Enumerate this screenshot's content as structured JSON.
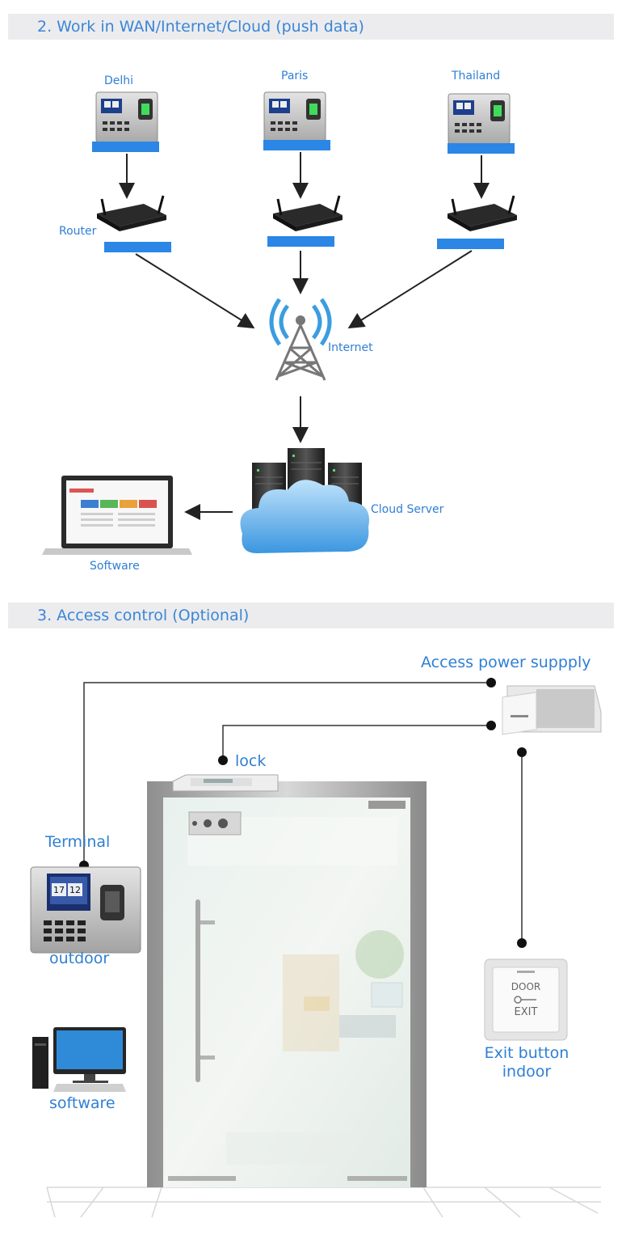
{
  "section2": {
    "title": "2. Work in WAN/Internet/Cloud (push data)",
    "cities": [
      "Delhi",
      "Paris",
      "Thailand"
    ],
    "router_label": "Router",
    "internet_label": "Internet",
    "cloud_label": "Cloud Server",
    "software_label": "Software"
  },
  "section3": {
    "title": "3. Access control (Optional)",
    "power_label": "Access power suppply",
    "lock_label": "lock",
    "terminal_label": "Terminal",
    "outdoor_label": "outdoor",
    "software_label": "software",
    "exit_label_1": "Exit button",
    "exit_label_2": "indoor",
    "terminal_screen": [
      "17",
      "12"
    ],
    "exit_text_1": "DOOR",
    "exit_text_2": "EXIT"
  },
  "colors": {
    "accent": "#2f7fd4",
    "bar": "#2b86e6",
    "banner": "#ececee"
  }
}
